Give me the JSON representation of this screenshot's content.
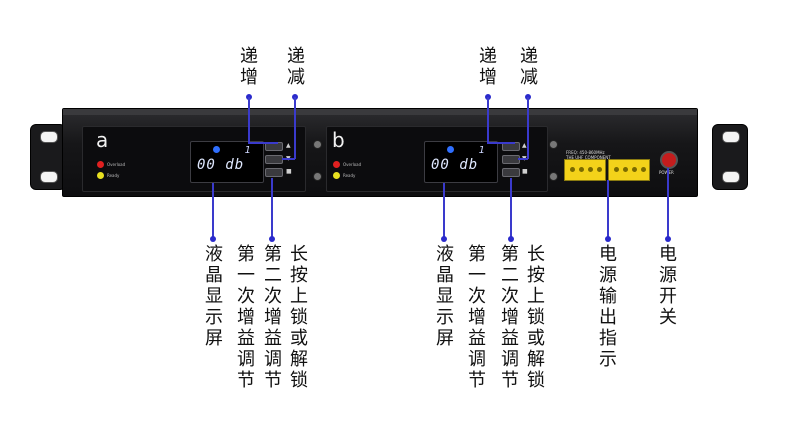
{
  "device": {
    "channel_a": {
      "letter": "a",
      "lcd_value": "00 db",
      "lcd_channel": "1",
      "led_overload": "Overload",
      "led_ready": "Ready"
    },
    "channel_b": {
      "letter": "b",
      "lcd_value": "00 db",
      "lcd_channel": "1",
      "led_overload": "Overload",
      "led_ready": "Ready"
    },
    "freq_label": "FREQ: 450-860MHz",
    "component_label": "THE UHF COMPONENT",
    "power_label": "POWER",
    "btn_glyphs": [
      "▲",
      "▼",
      "■"
    ]
  },
  "labels": {
    "inc_a": "递增",
    "dec_a": "递减",
    "inc_b": "递增",
    "dec_b": "递减",
    "lcd_a": "液晶显示屏",
    "gain_a": "第一次增益调节",
    "second_a": "第二次增益调节",
    "lock_a": "长按上锁或解锁",
    "lcd_b": "液晶显示屏",
    "gain_b": "第一次增益调节",
    "second_b": "第二次增益调节",
    "lock_b": "长按上锁或解锁",
    "power_out": "电源输出指示",
    "power_switch": "电源开关"
  },
  "colors": {
    "callout": "#3a3acc",
    "led_red": "#e02020",
    "led_yellow": "#e8e020",
    "power_button": "#c41d1d",
    "indicator": "#f3d21a"
  }
}
